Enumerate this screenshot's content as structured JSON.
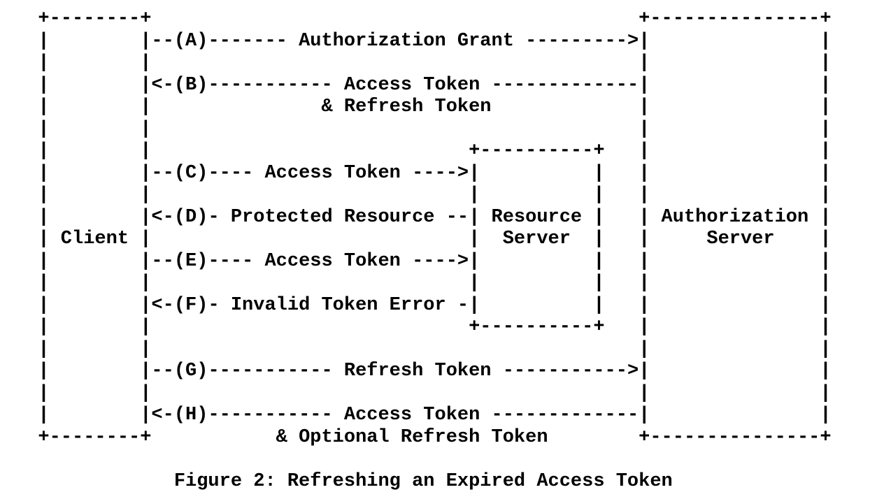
{
  "page": {
    "background_color": "#ffffff",
    "text_color": "#000000"
  },
  "figure": {
    "ascii_lines": [
      "  +--------+                                           +---------------+",
      "  |        |--(A)------- Authorization Grant --------->|               |",
      "  |        |                                           |               |",
      "  |        |<-(B)----------- Access Token -------------|               |",
      "  |        |               & Refresh Token             |               |",
      "  |        |                                           |               |",
      "  |        |                            +----------+   |               |",
      "  |        |--(C)---- Access Token ---->|          |   |               |",
      "  |        |                            |          |   |               |",
      "  |        |<-(D)- Protected Resource --| Resource |   | Authorization |",
      "  | Client |                            |  Server  |   |     Server    |",
      "  |        |--(E)---- Access Token ---->|          |   |               |",
      "  |        |                            |          |   |               |",
      "  |        |<-(F)- Invalid Token Error -|          |   |               |",
      "  |        |                            +----------+   |               |",
      "  |        |                                           |               |",
      "  |        |--(G)----------- Refresh Token ----------->|               |",
      "  |        |                                           |               |",
      "  |        |<-(H)----------- Access Token -------------|               |",
      "  +--------+           & Optional Refresh Token        +---------------+"
    ],
    "caption": "Figure 2: Refreshing an Expired Access Token",
    "nodes": [
      {
        "id": "client",
        "label": "Client"
      },
      {
        "id": "resource-server",
        "label": "Resource Server"
      },
      {
        "id": "authorization-server",
        "label": "Authorization Server"
      }
    ],
    "flows": [
      {
        "step": "A",
        "from": "Client",
        "to": "Authorization Server",
        "label": "Authorization Grant"
      },
      {
        "step": "B",
        "from": "Authorization Server",
        "to": "Client",
        "label": "Access Token & Refresh Token"
      },
      {
        "step": "C",
        "from": "Client",
        "to": "Resource Server",
        "label": "Access Token"
      },
      {
        "step": "D",
        "from": "Resource Server",
        "to": "Client",
        "label": "Protected Resource"
      },
      {
        "step": "E",
        "from": "Client",
        "to": "Resource Server",
        "label": "Access Token"
      },
      {
        "step": "F",
        "from": "Resource Server",
        "to": "Client",
        "label": "Invalid Token Error"
      },
      {
        "step": "G",
        "from": "Client",
        "to": "Authorization Server",
        "label": "Refresh Token"
      },
      {
        "step": "H",
        "from": "Authorization Server",
        "to": "Client",
        "label": "Access Token & Optional Refresh Token"
      }
    ]
  }
}
